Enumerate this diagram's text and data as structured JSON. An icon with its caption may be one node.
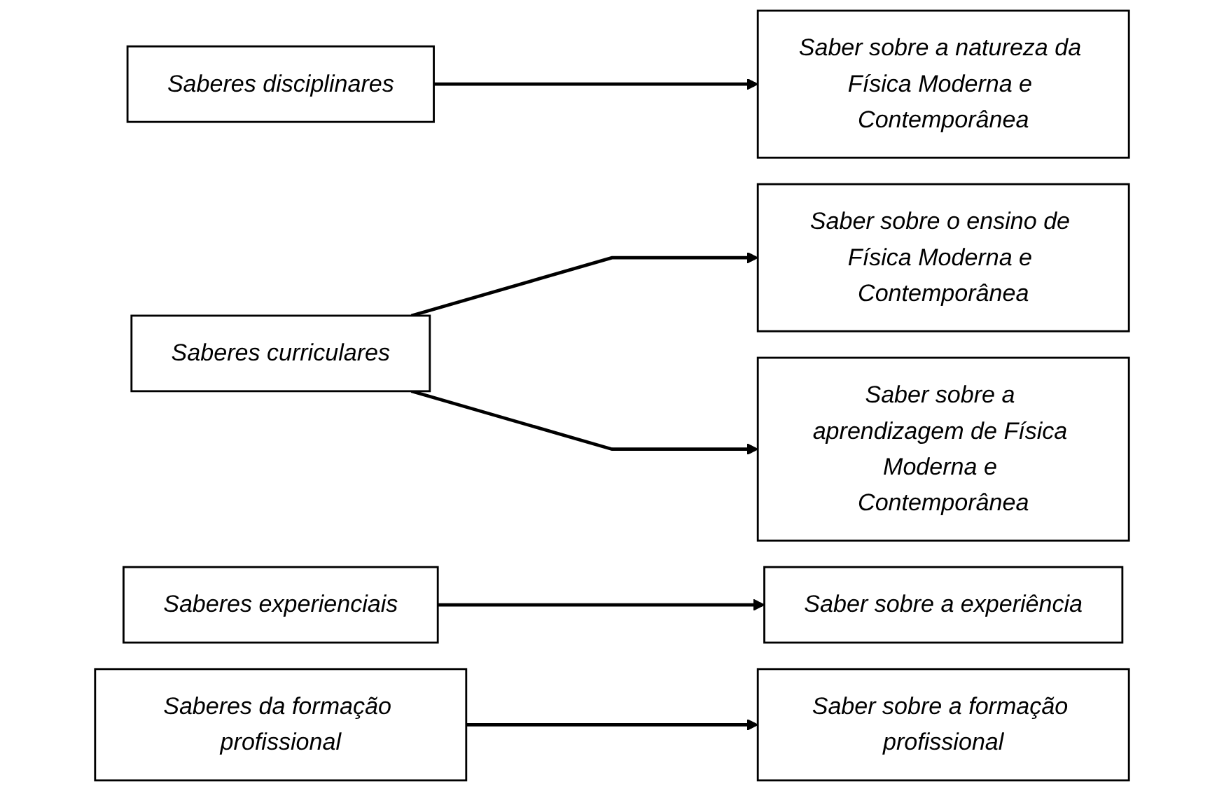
{
  "diagram": {
    "nodes": [
      {
        "text": [
          "Saberes disciplinares"
        ]
      },
      {
        "text": [
          "Saberes curriculares"
        ]
      },
      {
        "text": [
          "Saberes experienciais"
        ]
      },
      {
        "text": [
          "Saberes da formação profissional"
        ]
      },
      {
        "text": [
          "Saber sobre a natureza da Física Moderna e Contemporânea"
        ]
      },
      {
        "text": [
          "Saber sobre o ensino de Física Moderna e Contemporânea"
        ]
      },
      {
        "text": [
          "Saber sobre a aprendizagem de Física Moderna e Contemporânea"
        ]
      },
      {
        "text": [
          "Saber sobre a experiência"
        ]
      },
      {
        "text": [
          "Saber sobre a formação profissional"
        ]
      }
    ],
    "edges": [
      {
        "from": 0,
        "to": 4,
        "arrow": "to"
      },
      {
        "from": 1,
        "to": 5,
        "arrow": "to"
      },
      {
        "from": 1,
        "to": 6,
        "arrow": "to"
      },
      {
        "from": 2,
        "to": 7,
        "arrow": "to"
      },
      {
        "from": 3,
        "to": 8,
        "arrow": "to"
      }
    ]
  }
}
